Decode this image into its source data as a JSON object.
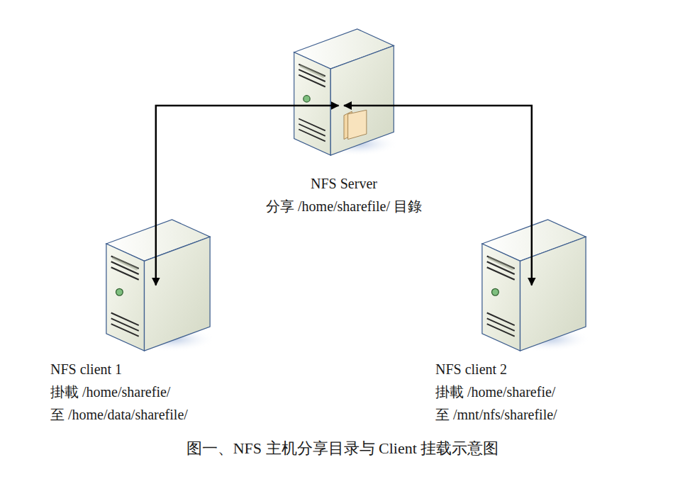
{
  "diagram": {
    "caption": "图一、NFS 主机分享目录与 Client 挂载示意图",
    "nodes": [
      {
        "text": [
          "NFS Server",
          "分享 /home/sharefile/ 目錄"
        ]
      },
      {
        "text": [
          "NFS client 1",
          "掛載 /home/sharefie/",
          "至 /home/data/sharefile/"
        ]
      },
      {
        "text": [
          "NFS client 2",
          "掛載 /home/sharefie/",
          "至 /mnt/nfs/sharefile/"
        ]
      }
    ],
    "edges": [
      {
        "from": 0,
        "to": 1,
        "arrow": "both"
      },
      {
        "from": 0,
        "to": 2,
        "arrow": "both"
      }
    ]
  }
}
